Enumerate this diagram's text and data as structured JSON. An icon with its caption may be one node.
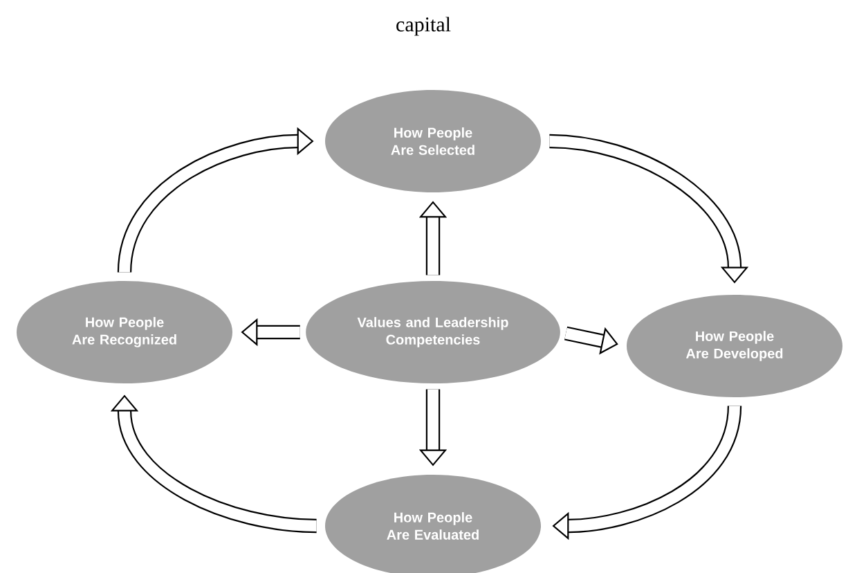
{
  "diagram": {
    "title": "capital",
    "nodes": [
      {
        "text": [
          "Values and Leadership Competencies"
        ]
      },
      {
        "text": [
          "How People Are Selected"
        ]
      },
      {
        "text": [
          "How People Are Recognized"
        ]
      },
      {
        "text": [
          "How People Are Developed"
        ]
      },
      {
        "text": [
          "How People Are Evaluated"
        ]
      }
    ],
    "edges": [
      {
        "from": 0,
        "to": 1,
        "arrow": "to"
      },
      {
        "from": 0,
        "to": 2,
        "arrow": "to"
      },
      {
        "from": 0,
        "to": 3,
        "arrow": "to"
      },
      {
        "from": 0,
        "to": 4,
        "arrow": "to"
      },
      {
        "from": 2,
        "to": 1,
        "arrow": "to"
      },
      {
        "from": 1,
        "to": 3,
        "arrow": "to"
      },
      {
        "from": 3,
        "to": 4,
        "arrow": "to"
      },
      {
        "from": 4,
        "to": 2,
        "arrow": "to"
      }
    ]
  }
}
